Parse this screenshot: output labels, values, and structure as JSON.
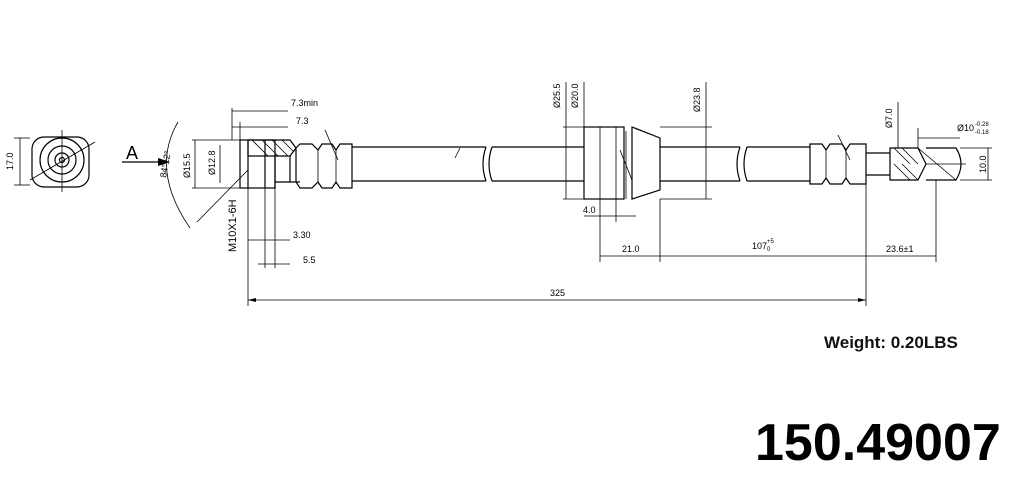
{
  "labels": {
    "view_letter": "A",
    "end_height": "17.0",
    "angle": "84°±2°",
    "dia_15_5": "Ø15.5",
    "dia_12_8": "Ø12.8",
    "thread": "M10X1-6H",
    "min_73": "7.3min",
    "d_73": "7.3",
    "d_330": "3.30",
    "d_55": "5.5",
    "dia_25_5": "Ø25.5",
    "dia_20_0": "Ø20.0",
    "dia_23_8": "Ø23.8",
    "d_40": "4.0",
    "d_210": "21.0",
    "d_107": "107",
    "d_107_tol": "+5",
    "d_107_tol_b": "0",
    "d_236": "23.6±1",
    "d_325": "325",
    "dia_7_0": "Ø7.0",
    "dia_10": "Ø10",
    "dia_10_tol_a": "-0.28",
    "dia_10_tol_b": "-0.18",
    "d_100": "10.0"
  },
  "weight": "Weight: 0.20LBS",
  "part_number": "150.49007"
}
